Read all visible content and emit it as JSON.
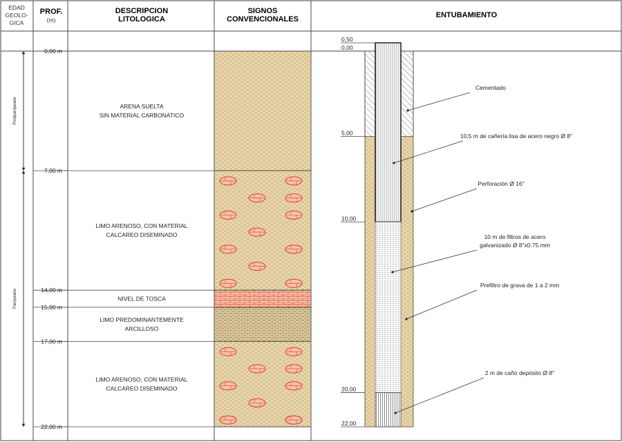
{
  "header": {
    "edad": [
      "EDAD",
      "GEOLO-",
      "GICA"
    ],
    "prof": [
      "PROF.",
      "(m)"
    ],
    "descripcion": [
      "DESCRIPCION",
      "LITOLOGICA"
    ],
    "signos": [
      "SIGNOS",
      "CONVENCIONALES"
    ],
    "entubamiento": "ENTUBAMIENTO"
  },
  "ages": [
    {
      "name": "Postpampeano",
      "from": 0,
      "to": 7
    },
    {
      "name": "Pampeano",
      "from": 7,
      "to": 22
    }
  ],
  "depth_marks": [
    {
      "depth": 0,
      "label": "0,00 m"
    },
    {
      "depth": 7,
      "label": "7,00 m"
    },
    {
      "depth": 14,
      "label": "14,00 m"
    },
    {
      "depth": 15,
      "label": "15,00 m"
    },
    {
      "depth": 17,
      "label": "17,00 m"
    },
    {
      "depth": 22,
      "label": "22,00 m"
    }
  ],
  "layers": [
    {
      "from": 0,
      "to": 7,
      "pattern": "sand",
      "lines": [
        "ARENA SUELTA",
        "SIN MATERIAL CARBONATICO"
      ]
    },
    {
      "from": 7,
      "to": 14,
      "pattern": "limo-calc",
      "lines": [
        "LIMO ARENOSO, CON MATERIAL",
        "CALCAREO DISEMINADO"
      ]
    },
    {
      "from": 14,
      "to": 15,
      "pattern": "tosca",
      "lines": [
        "NIVEL DE TOSCA"
      ]
    },
    {
      "from": 15,
      "to": 17,
      "pattern": "arcilla",
      "lines": [
        "LIMO PREDOMINANTEMENTE",
        "ARCILLOSO"
      ]
    },
    {
      "from": 17,
      "to": 22,
      "pattern": "limo-calc",
      "lines": [
        "LIMO ARENOSO, CON MATERIAL",
        "CALCAREO DISEMINADO"
      ]
    }
  ],
  "well_marks": [
    {
      "depth": 0,
      "label": "0,00"
    },
    {
      "depth": 5,
      "label": "5,00"
    },
    {
      "depth": 10,
      "label": "10,00"
    },
    {
      "depth": 20,
      "label": "20,00"
    },
    {
      "depth": 22,
      "label": "22,00"
    }
  ],
  "well_top_label": "0,50",
  "casing": {
    "cement_to": 5,
    "pipe_to": 10,
    "filter_to": 20,
    "deposit_to": 22
  },
  "annotations": [
    {
      "text": "Cementado"
    },
    {
      "text": "10,5 m de cañería lisa de acero negro Ø 8\""
    },
    {
      "text": "Perforación Ø 16\""
    },
    {
      "text": "10 m de filtros de acero"
    },
    {
      "text": "galvanizado Ø 8\"x0.75 mm"
    },
    {
      "text": "Prefiltro de grava de 1 a 2 mm"
    },
    {
      "text": "2 m de caño depósito Ø 8\""
    }
  ],
  "colors": {
    "line": "#444444",
    "sand": "#e9d7ad",
    "calc": "#e03a1e",
    "tosca": "#f2b8a6",
    "cement": "#ffffff"
  }
}
